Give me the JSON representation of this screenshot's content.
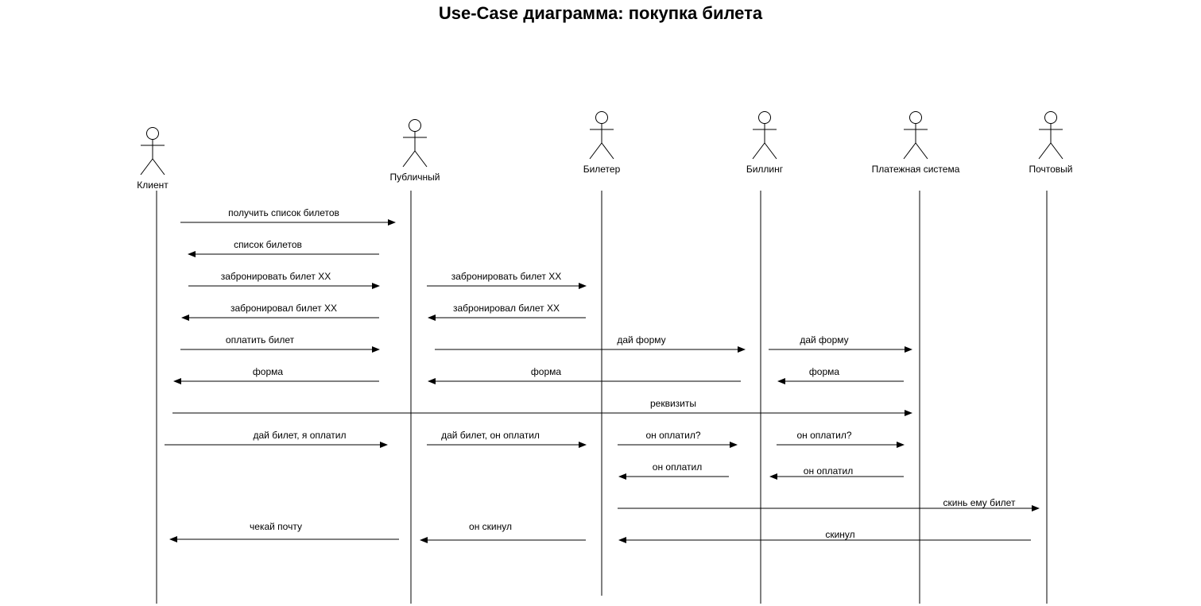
{
  "title": "Use-Case диаграмма: покупка билета",
  "actors": [
    {
      "id": "client",
      "label": "Клиент"
    },
    {
      "id": "public",
      "label": "Публичный"
    },
    {
      "id": "cashier",
      "label": "Билетер"
    },
    {
      "id": "billing",
      "label": "Биллинг"
    },
    {
      "id": "payment",
      "label": "Платежная система"
    },
    {
      "id": "mail",
      "label": "Почтовый"
    }
  ],
  "messages": [
    {
      "from": "client",
      "to": "public",
      "label": "получить список билетов"
    },
    {
      "from": "public",
      "to": "client",
      "label": "список билетов"
    },
    {
      "from": "client",
      "to": "public",
      "label": "забронировать билет XX"
    },
    {
      "from": "public",
      "to": "cashier",
      "label": "забронировать билет XX"
    },
    {
      "from": "public",
      "to": "client",
      "label": "забронировал билет XX"
    },
    {
      "from": "cashier",
      "to": "public",
      "label": "забронировал билет XX"
    },
    {
      "from": "client",
      "to": "public",
      "label": "оплатить билет"
    },
    {
      "from": "public",
      "to": "billing",
      "label": "дай форму"
    },
    {
      "from": "billing",
      "to": "payment",
      "label": "дай форму"
    },
    {
      "from": "public",
      "to": "client",
      "label": "форма"
    },
    {
      "from": "billing",
      "to": "public",
      "label": "форма"
    },
    {
      "from": "payment",
      "to": "billing",
      "label": "форма"
    },
    {
      "from": "client",
      "to": "payment",
      "label": "реквизиты"
    },
    {
      "from": "client",
      "to": "public",
      "label": "дай билет, я оплатил"
    },
    {
      "from": "public",
      "to": "cashier",
      "label": "дай билет, он оплатил"
    },
    {
      "from": "cashier",
      "to": "billing",
      "label": "он оплатил?"
    },
    {
      "from": "billing",
      "to": "payment",
      "label": "он оплатил?"
    },
    {
      "from": "billing",
      "to": "cashier",
      "label": "он оплатил"
    },
    {
      "from": "payment",
      "to": "billing",
      "label": "он оплатил"
    },
    {
      "from": "cashier",
      "to": "mail",
      "label": "скинь ему билет"
    },
    {
      "from": "public",
      "to": "client",
      "label": "чекай почту"
    },
    {
      "from": "cashier",
      "to": "public",
      "label": "он скинул"
    },
    {
      "from": "mail",
      "to": "cashier",
      "label": "скинул"
    }
  ]
}
